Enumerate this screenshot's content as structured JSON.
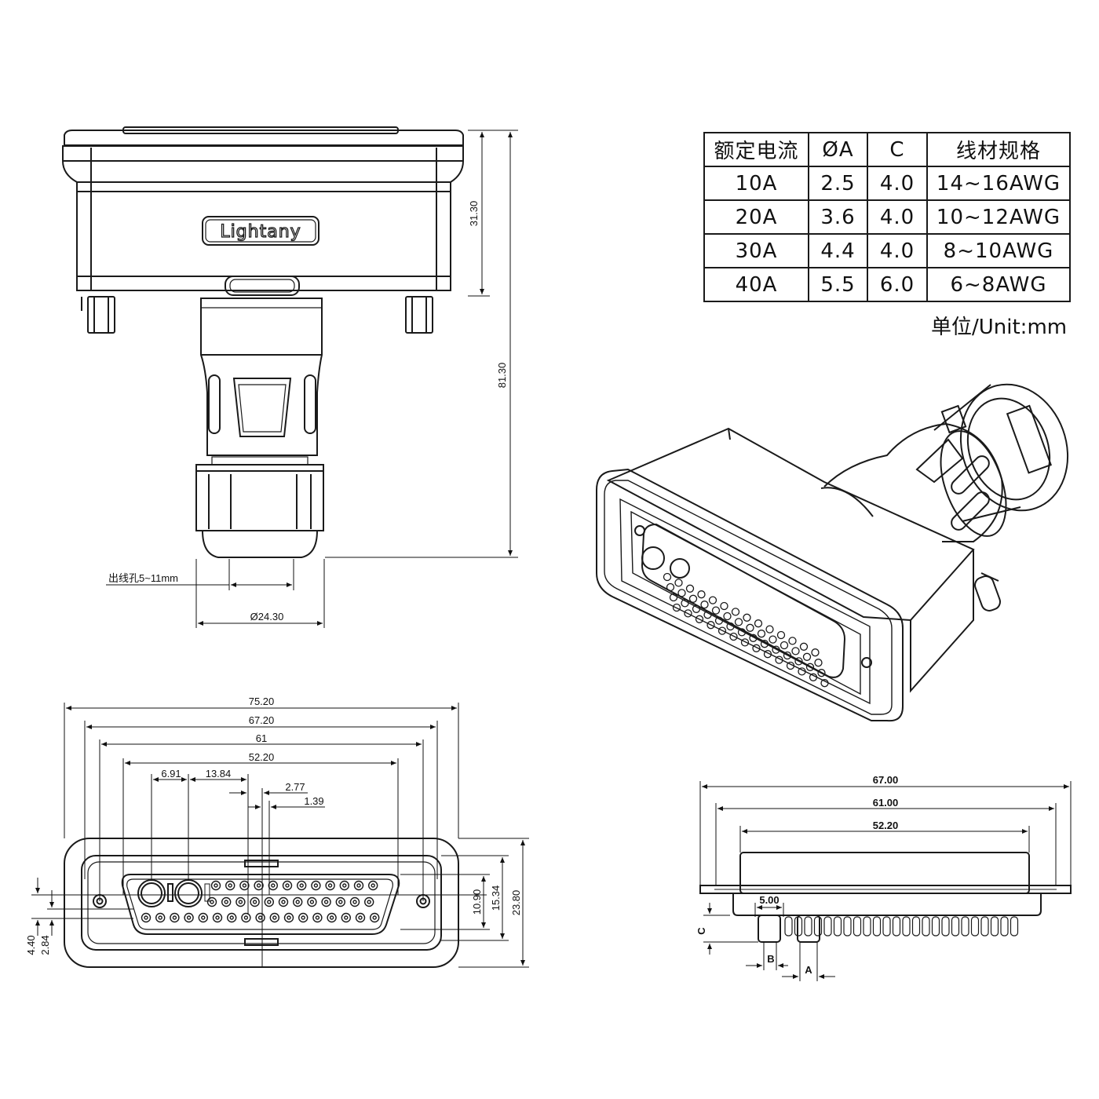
{
  "brand": "Lightany",
  "table": {
    "headers": [
      "额定电流",
      "ØA",
      "C",
      "线材规格"
    ],
    "rows": [
      [
        "10A",
        "2.5",
        "4.0",
        "14~16AWG"
      ],
      [
        "20A",
        "3.6",
        "4.0",
        "10~12AWG"
      ],
      [
        "30A",
        "4.4",
        "4.0",
        "8~10AWG"
      ],
      [
        "40A",
        "5.5",
        "6.0",
        "6~8AWG"
      ]
    ]
  },
  "unit_note": "单位/Unit:mm",
  "side_view": {
    "dim_height_body": "31.30",
    "dim_height_total": "81.30",
    "cable_hole_label": "出线孔5~11mm",
    "dim_nut_diameter": "Ø24.30"
  },
  "front_view": {
    "dim_w1": "75.20",
    "dim_w2": "67.20",
    "dim_w3": "61",
    "dim_w4": "52.20",
    "dim_pitch_large": "6.91",
    "dim_pitch_mid": "13.84",
    "dim_pitch_small": "2.77",
    "dim_pitch_half": "1.39",
    "dim_h1": "10.90",
    "dim_h2": "15.34",
    "dim_h3": "23.80",
    "dim_v1": "4.40",
    "dim_v2": "2.84"
  },
  "bottom_view": {
    "dim_w1": "67.00",
    "dim_w2": "61.00",
    "dim_w3": "52.20",
    "dim_pin_gap": "5.00",
    "label_c": "C",
    "label_b": "B",
    "label_a": "A"
  }
}
